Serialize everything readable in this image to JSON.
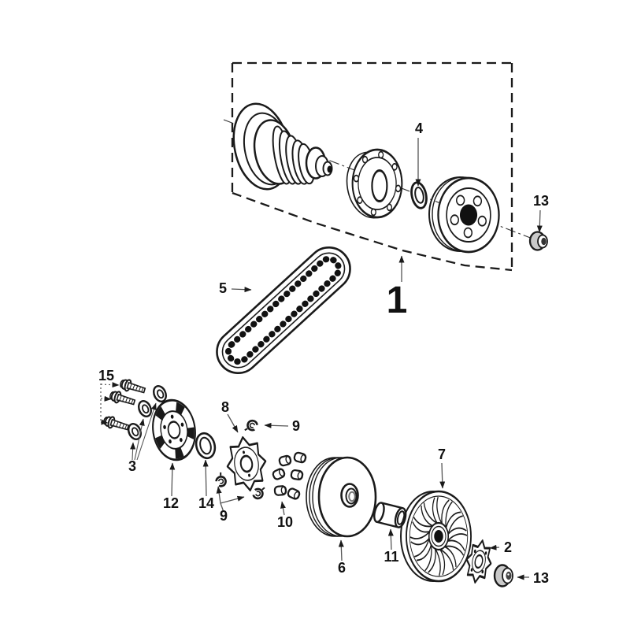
{
  "colors": {
    "background": "#ffffff",
    "ink": "#1a1a1a",
    "leader": "#555555",
    "nut_shade": "#c9c9c9"
  },
  "callouts": {
    "assembly_box": {
      "label": "1"
    },
    "ramp_plate_outer": {
      "label": "2"
    },
    "mount_washers": {
      "label": "3"
    },
    "clutch_washer": {
      "label": "4"
    },
    "drive_belt": {
      "label": "5"
    },
    "drive_face": {
      "label": "6"
    },
    "fan_pulley": {
      "label": "7"
    },
    "ramp_plate": {
      "label": "8"
    },
    "slider_top": {
      "label": "9"
    },
    "slider_bottom": {
      "label": "9"
    },
    "rollers": {
      "label": "10"
    },
    "spacer_bushing": {
      "label": "11"
    },
    "moving_face_plate": {
      "label": "12"
    },
    "nut_top": {
      "label": "13"
    },
    "nut_bottom": {
      "label": "13"
    },
    "oring": {
      "label": "14"
    },
    "bolts": {
      "label": "15"
    }
  }
}
